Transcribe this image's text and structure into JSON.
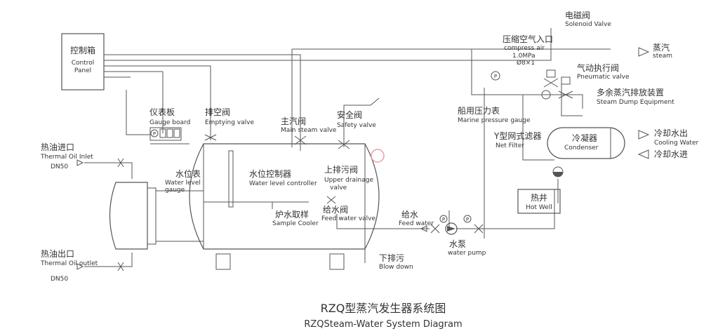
{
  "colors": {
    "line": "#555555",
    "text": "#333333",
    "background": "#ffffff",
    "watermark": "#e8a0a0"
  },
  "title": {
    "zh": "RZQ型蒸汽发生器系统图",
    "en": "RZQSteam-Water System Diagram"
  },
  "labels": {
    "control_panel": {
      "zh": "控制箱",
      "en1": "Control",
      "en2": "Panel"
    },
    "gauge_board": {
      "zh": "仪表板",
      "en": "Gauge board"
    },
    "emptying_valve": {
      "zh": "排空阀",
      "en": "Emptying valve"
    },
    "main_steam_valve": {
      "zh": "主汽阀",
      "en": "Main steam valve"
    },
    "safety_valve": {
      "zh": "安全阀",
      "en": "Safety valve"
    },
    "thermal_oil_inlet": {
      "zh": "热油进口",
      "en": "Thermal Oil Inlet",
      "size": "DN50"
    },
    "thermal_oil_outlet": {
      "zh": "热油出口",
      "en": "Thermal Oil outlet",
      "size": "DN50"
    },
    "water_level_gauge": {
      "zh": "水位表",
      "en1": "Water level",
      "en2": "gauge"
    },
    "water_level_controller": {
      "zh": "水位控制器",
      "en": "Water level controller"
    },
    "upper_drainage_valve": {
      "zh": "上排污阀",
      "en1": "Upper drainage",
      "en2": "valve"
    },
    "sample_cooler": {
      "zh": "炉水取样",
      "en": "Sample Cooler"
    },
    "feed_water_valve": {
      "zh": "给水阀",
      "en": "Feed water valve"
    },
    "feed_water": {
      "zh": "给水",
      "en": "Feed water"
    },
    "water_pump": {
      "zh": "水泵",
      "en": "water pump"
    },
    "blow_down": {
      "zh": "下排污",
      "en": "Blow down"
    },
    "marine_pressure_gauge": {
      "zh": "船用压力表",
      "en": "Marine pressure gauge"
    },
    "net_filter": {
      "zh": "Y型网式滤器",
      "en": "Net Filter"
    },
    "condenser": {
      "zh": "冷凝器",
      "en": "Condenser"
    },
    "hot_well": {
      "zh": "热井",
      "en": "Hot Well"
    },
    "solenoid_valve": {
      "zh": "电磁阀",
      "en": "Solenoid Valve"
    },
    "compress_air": {
      "zh": "压缩空气入口",
      "en": "compress air",
      "spec1": "1.0MPa",
      "spec2": "Ø8×1"
    },
    "pneumatic_valve": {
      "zh": "气动执行阀",
      "en": "Pneumatic valve"
    },
    "steam_dump": {
      "zh": "多余蒸汽排放装置",
      "en": "Steam Dump Equipment"
    },
    "steam_out": {
      "zh": "蒸汽",
      "en": "steam"
    },
    "cooling_water_out": {
      "zh": "冷却水出",
      "en": "Cooling Water"
    },
    "cooling_water_in": {
      "zh": "冷却水进"
    },
    "gauge_p": "P"
  }
}
